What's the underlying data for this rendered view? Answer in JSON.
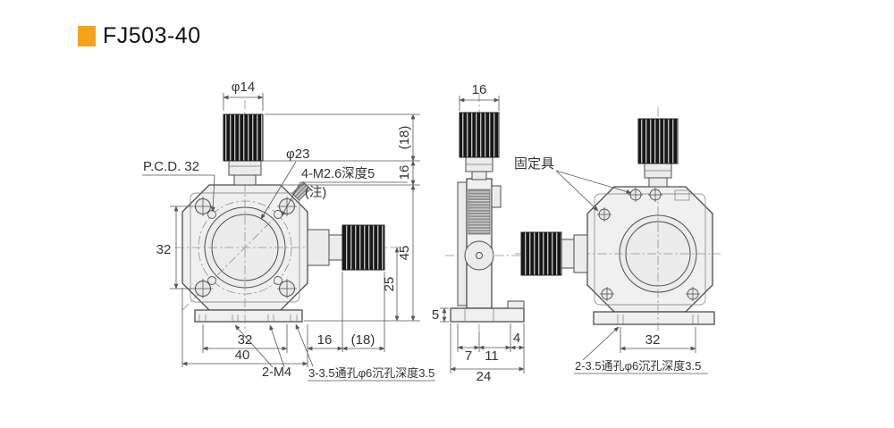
{
  "title": "FJ503-40",
  "colors": {
    "accent_orange": "#F6A21D",
    "line": "#4D4D4D",
    "text": "#333333"
  },
  "front_view": {
    "dia_knob": "φ14",
    "dia_bore": "φ23",
    "pcd": "P.C.D. 32",
    "tap_label": "4-M2.6深度5",
    "tap_note": "(注)",
    "dim_knob_height": "(18)",
    "dim_neck": "16",
    "dim_total_height": "45",
    "dim_center_height": "25",
    "dim_hole_pitch_v": "32",
    "dim_hole_pitch_h": "32",
    "dim_body_width": "40",
    "dim_side_block": "16",
    "dim_side_knob": "(18)",
    "tap_bottom_label": "2-M4",
    "holes_label": "3-3.5通孔φ6沉孔深度3.5"
  },
  "side_view": {
    "dim_knob_width": "16",
    "dim_base_height": "5",
    "dim_offset_a": "7",
    "dim_offset_b": "11",
    "dim_base_depth": "24",
    "dim_step": "4"
  },
  "rear_view": {
    "fixture_label": "固定具",
    "dim_hole_pitch": "32",
    "holes_label": "2-3.5通孔φ6沉孔深度3.5"
  }
}
